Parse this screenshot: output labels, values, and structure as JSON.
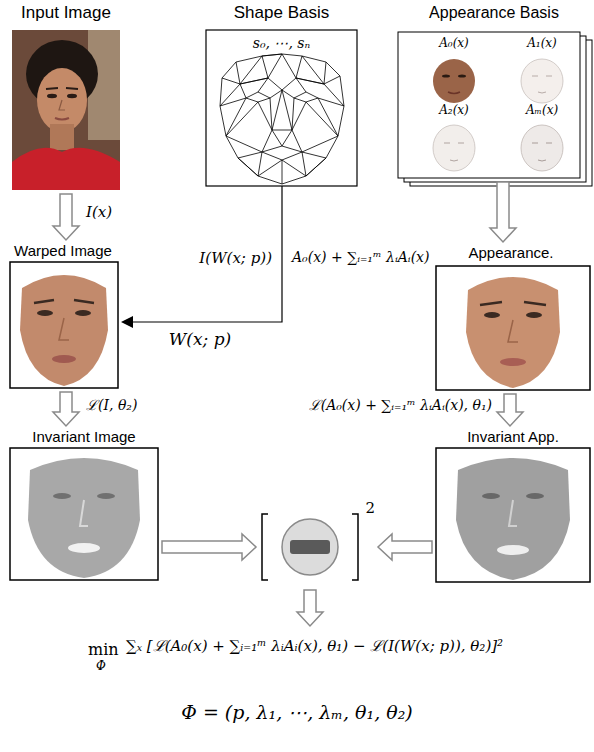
{
  "diagram": {
    "nodes": [
      {
        "text": [
          "Input Image"
        ]
      },
      {
        "text": [
          "Shape Basis",
          "s₀, ⋯, sₙ"
        ]
      },
      {
        "text": [
          "Appearance Basis"
        ]
      },
      {
        "text": [
          "Warped Image"
        ]
      },
      {
        "text": [
          "Appearance."
        ]
      },
      {
        "text": [
          "Invariant Image"
        ]
      },
      {
        "text": [
          "Invariant App."
        ]
      },
      {
        "text": [
          "2"
        ]
      }
    ],
    "edges": [
      {
        "from": 0,
        "to": 3,
        "arrow": "to",
        "label": "I(x)"
      },
      {
        "from": 1,
        "to": 3,
        "arrow": "to",
        "label": "W(x; p)"
      },
      {
        "from": 2,
        "to": 4,
        "arrow": "to"
      },
      {
        "from": 3,
        "to": 5,
        "arrow": "to",
        "label": "ℒ(I, θ₂)"
      },
      {
        "from": 4,
        "to": 6,
        "arrow": "to",
        "label": "ℒ(A₀(x) + ∑ᵢ₌₁ᵐ λᵢAᵢ(x), θ₁)"
      },
      {
        "from": 5,
        "to": 7,
        "arrow": "to"
      },
      {
        "from": 6,
        "to": 7,
        "arrow": "to"
      }
    ],
    "labels": [
      "I(W(x; p))",
      "A₀(x) + ∑ᵢ₌₁ᵐ λᵢAᵢ(x)",
      "A₀(x)",
      "A₁(x)",
      "A₂(x)",
      "Aₘ(x)",
      "min",
      "Φ",
      "∑ₓ [ℒ(A₀(x) + ∑ᵢ₌₁ᵐ λᵢAᵢ(x), θ₁) − ℒ(I(W(x; p)), θ₂)]²",
      "Φ = (p, λ₁, ⋯, λₘ, θ₁, θ₂)"
    ]
  }
}
